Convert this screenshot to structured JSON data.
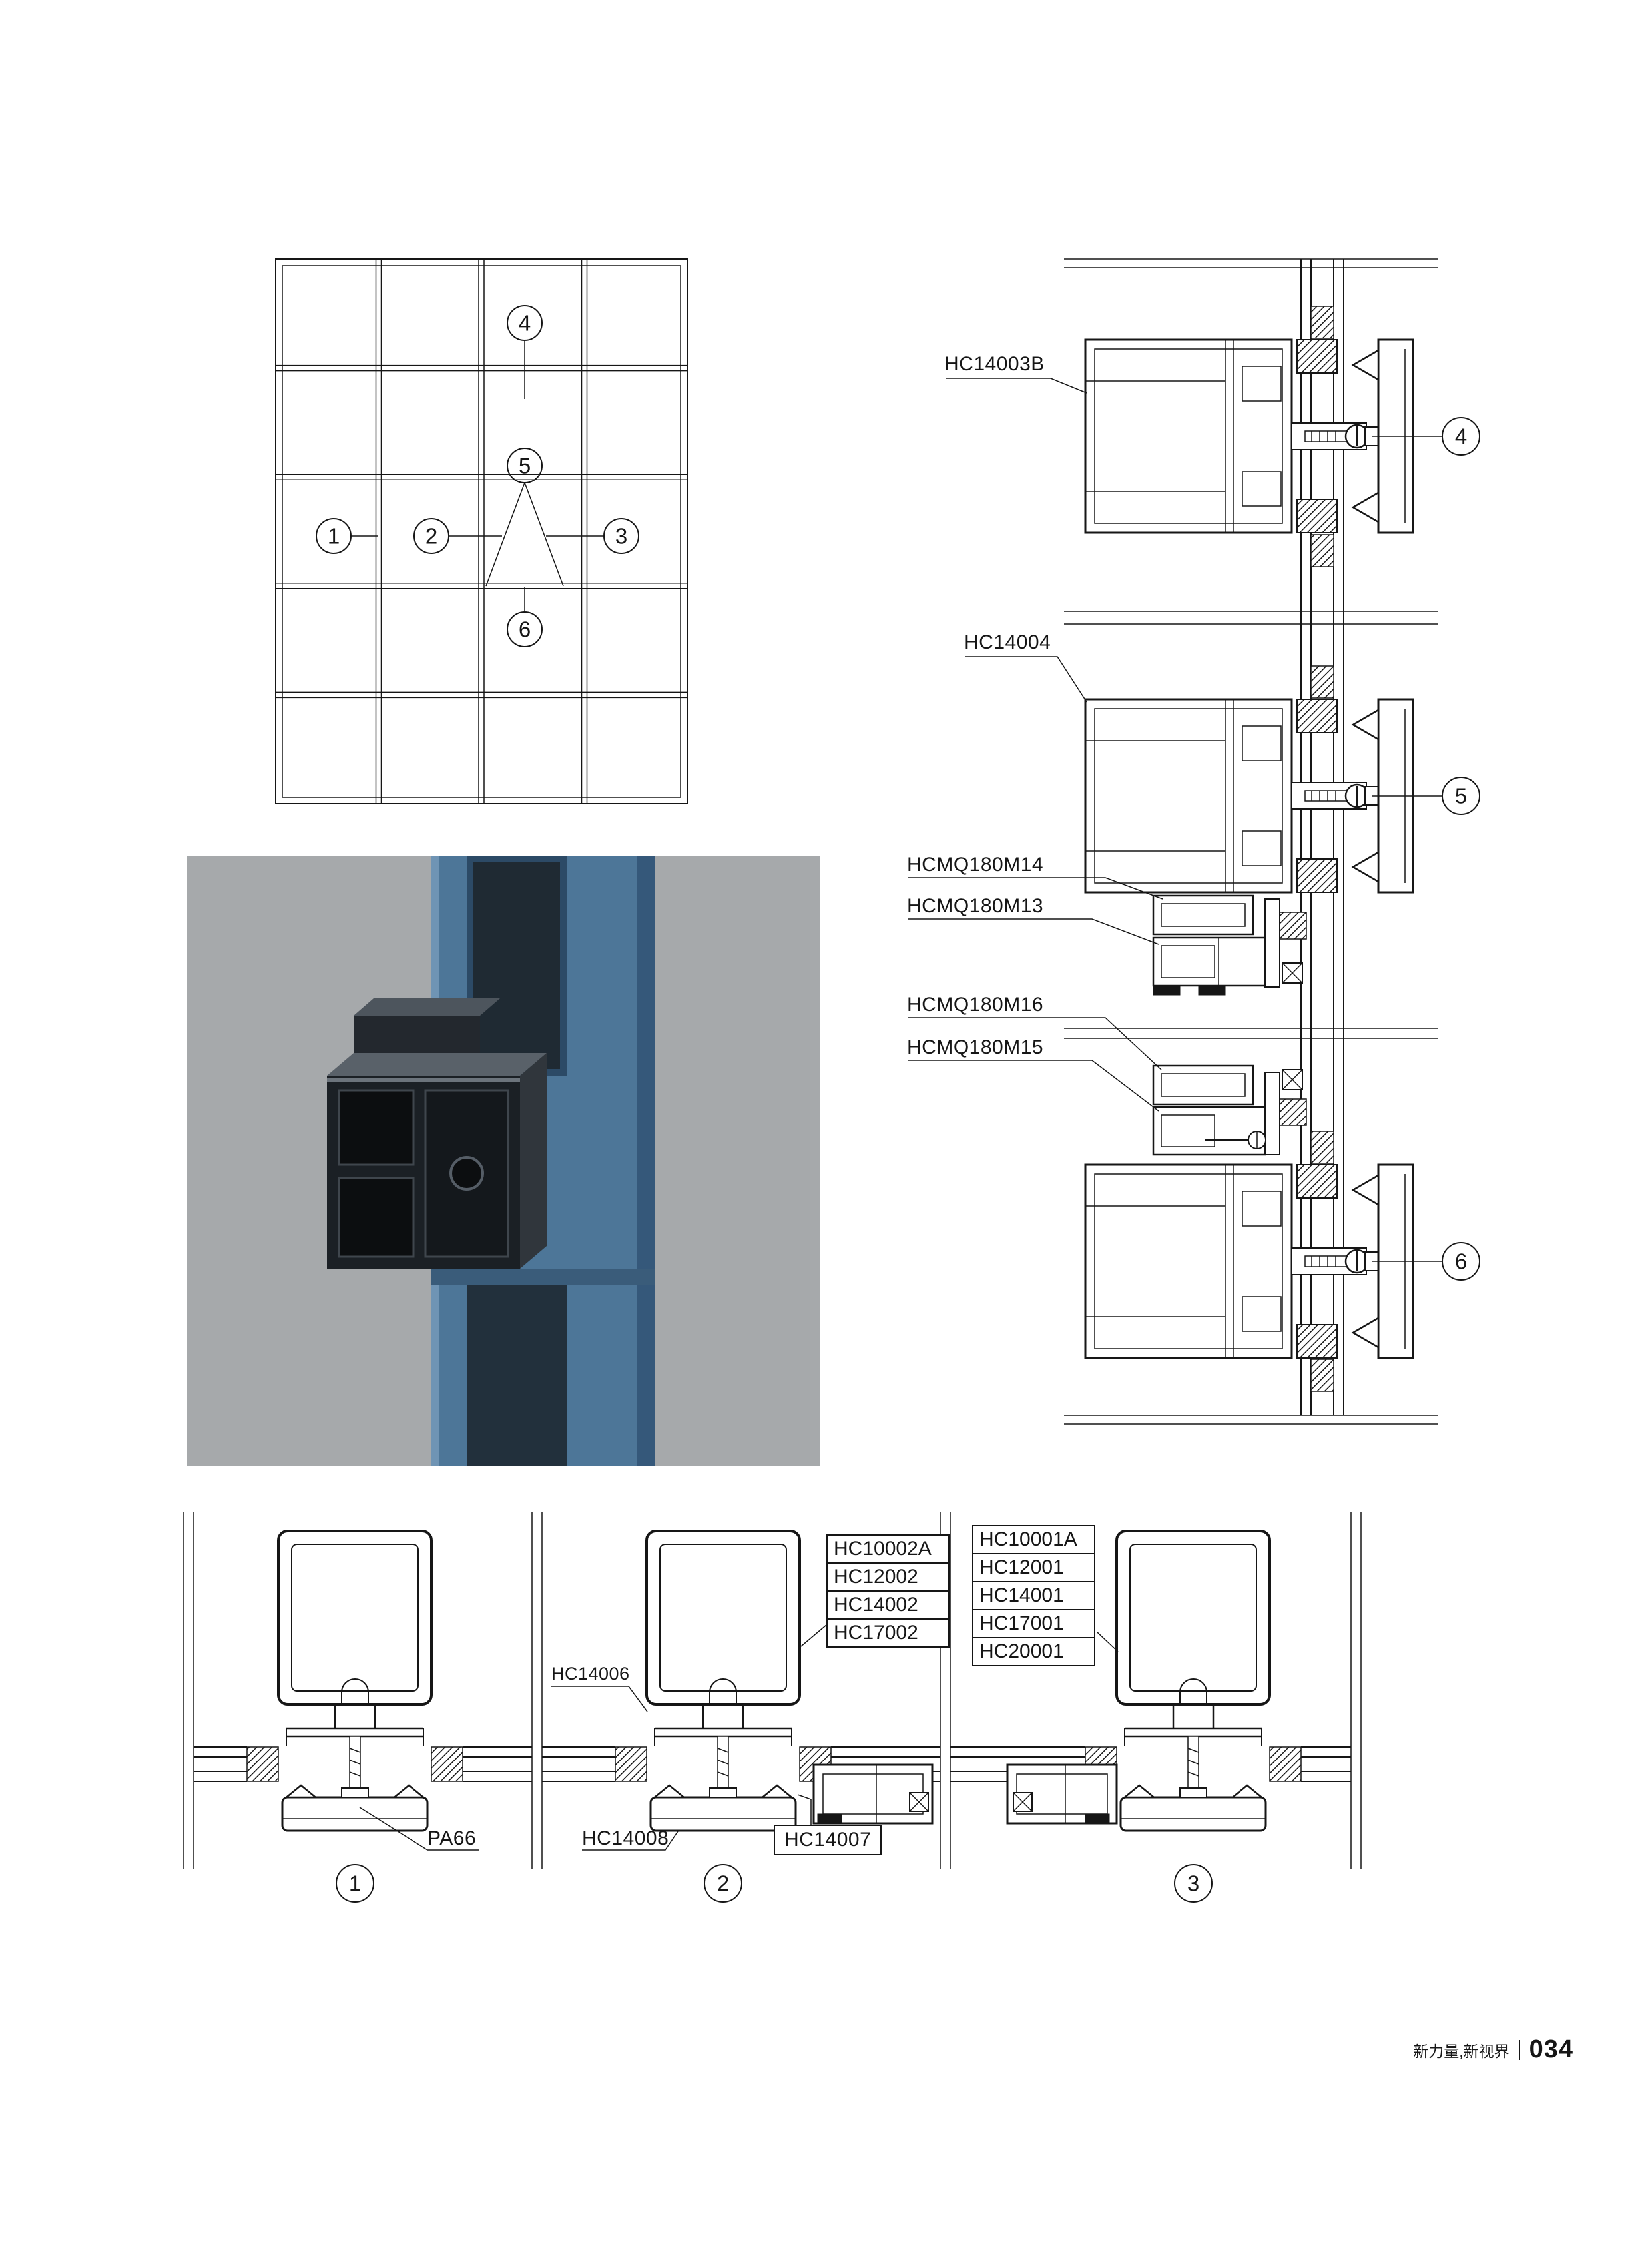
{
  "footer": {
    "brand_text": "新力量,新视界",
    "page_number": "034"
  },
  "elevation_plan": {
    "callouts": [
      "1",
      "2",
      "3",
      "4",
      "5",
      "6"
    ]
  },
  "vertical_details": {
    "part_labels": [
      "HC14003B",
      "HC14004",
      "HCMQ180M14",
      "HCMQ180M13",
      "HCMQ180M16",
      "HCMQ180M15"
    ],
    "callouts": [
      "4",
      "5",
      "6"
    ]
  },
  "plan_details": {
    "callouts": [
      "1",
      "2",
      "3"
    ],
    "detail2_part_stack": [
      "HC10002A",
      "HC12002",
      "HC14002",
      "HC17002"
    ],
    "detail3_part_stack": [
      "HC10001A",
      "HC12001",
      "HC14001",
      "HC17001",
      "HC20001"
    ],
    "labels": {
      "hc14006": "HC14006",
      "pa66": "PA66",
      "hc14008": "HC14008",
      "hc14007": "HC14007"
    }
  },
  "colors": {
    "line": "#161616",
    "render_background": "#a6a9ab",
    "render_panel_blue": "#4d7698",
    "render_panel_blue_dark": "#35587a",
    "render_metal_dark": "#1b2025"
  }
}
